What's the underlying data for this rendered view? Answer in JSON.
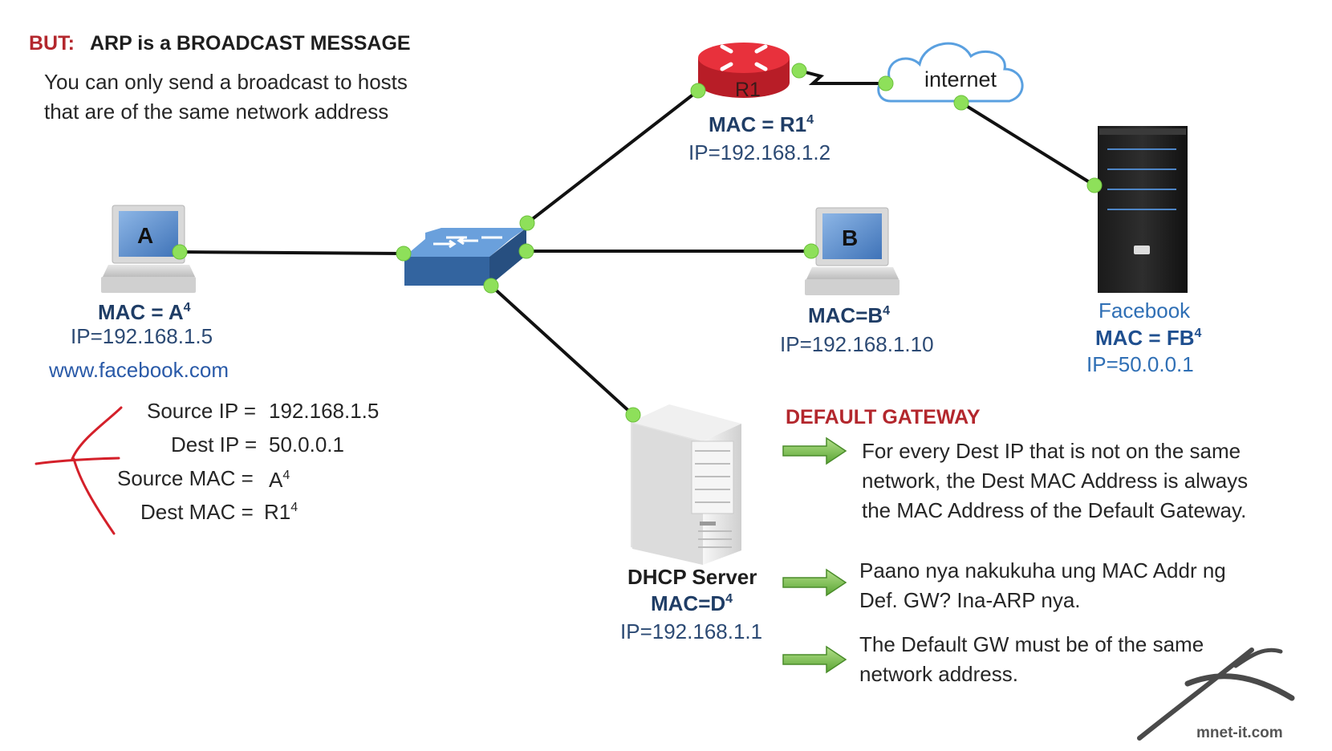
{
  "header": {
    "but_label": "BUT:",
    "arp_label": "ARP is a BROADCAST MESSAGE",
    "line1": "You can only send a broadcast to hosts",
    "line2": "that are of the same network address"
  },
  "devices": {
    "r1": {
      "name": "R1",
      "mac": "MAC = R1",
      "sup": "4",
      "ip": "IP=192.168.1.2"
    },
    "internet": {
      "name": "internet"
    },
    "host_a": {
      "name": "A",
      "mac": "MAC = A",
      "sup": "4",
      "ip": "IP=192.168.1.5",
      "url": "www.facebook.com"
    },
    "host_b": {
      "name": "B",
      "mac": "MAC=B",
      "sup": "4",
      "ip": "IP=192.168.1.10"
    },
    "facebook": {
      "name": "Facebook",
      "mac": "MAC = FB",
      "sup": "4",
      "ip": "IP=50.0.0.1"
    },
    "dhcp": {
      "name": "DHCP Server",
      "mac": "MAC=D",
      "sup": "4",
      "ip": "IP=192.168.1.1"
    }
  },
  "packet": {
    "source_ip_label": "Source IP =",
    "source_ip_value": "192.168.1.5",
    "dest_ip_label": "Dest IP =",
    "dest_ip_value": "50.0.0.1",
    "source_mac_label": "Source MAC =",
    "source_mac_value": "A",
    "source_mac_sup": "4",
    "dest_mac_label": "Dest MAC =",
    "dest_mac_value": "R1",
    "dest_mac_sup": "4"
  },
  "default_gateway": {
    "title": "DEFAULT GATEWAY",
    "points": [
      "For every Dest IP that is not on the same network, the Dest MAC Address is always the MAC Address of the Default Gateway.",
      "Paano nya nakukuha ung MAC Addr ng Def. GW? Ina-ARP nya.",
      "The Default GW must be of the same network address."
    ]
  },
  "logo": {
    "text": "mnet-it.com"
  },
  "colors": {
    "heading_red": "#b3272d",
    "mac_navy": "#1f3d66",
    "link_blue": "#2a5aa8",
    "node_green": "#8ee05a",
    "router_red": "#d62430",
    "switch_blue": "#3a6fb2",
    "annotation_red": "#d4202a",
    "arrow_green": "#7cc242"
  }
}
